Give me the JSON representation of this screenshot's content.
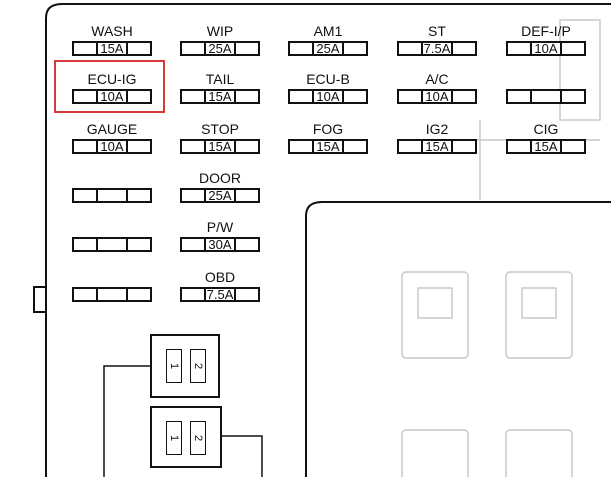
{
  "fuse_box": {
    "rows": [
      [
        {
          "label": "WASH",
          "rating": "15A"
        },
        {
          "label": "WIP",
          "rating": "25A"
        },
        {
          "label": "AM1",
          "rating": "25A"
        },
        {
          "label": "ST",
          "rating": "7.5A"
        },
        {
          "label": "DEF-I/P",
          "rating": "10A"
        }
      ],
      [
        {
          "label": "ECU-IG",
          "rating": "10A",
          "highlighted": true
        },
        {
          "label": "TAIL",
          "rating": "15A"
        },
        {
          "label": "ECU-B",
          "rating": "10A"
        },
        {
          "label": "A/C",
          "rating": "10A"
        },
        {
          "label": "",
          "rating": ""
        }
      ],
      [
        {
          "label": "GAUGE",
          "rating": "10A"
        },
        {
          "label": "STOP",
          "rating": "15A"
        },
        {
          "label": "FOG",
          "rating": "15A"
        },
        {
          "label": "IG2",
          "rating": "15A"
        },
        {
          "label": "CIG",
          "rating": "15A"
        }
      ],
      [
        {
          "label": "",
          "rating": ""
        },
        {
          "label": "DOOR",
          "rating": "25A"
        }
      ],
      [
        {
          "label": "",
          "rating": ""
        },
        {
          "label": "P/W",
          "rating": "30A"
        }
      ],
      [
        {
          "label": "",
          "rating": ""
        },
        {
          "label": "OBD",
          "rating": "7.5A"
        }
      ]
    ],
    "relays": [
      {
        "pins": [
          "1",
          "2"
        ]
      },
      {
        "pins": [
          "1",
          "2"
        ]
      }
    ],
    "highlight_color": "#d8383a"
  }
}
